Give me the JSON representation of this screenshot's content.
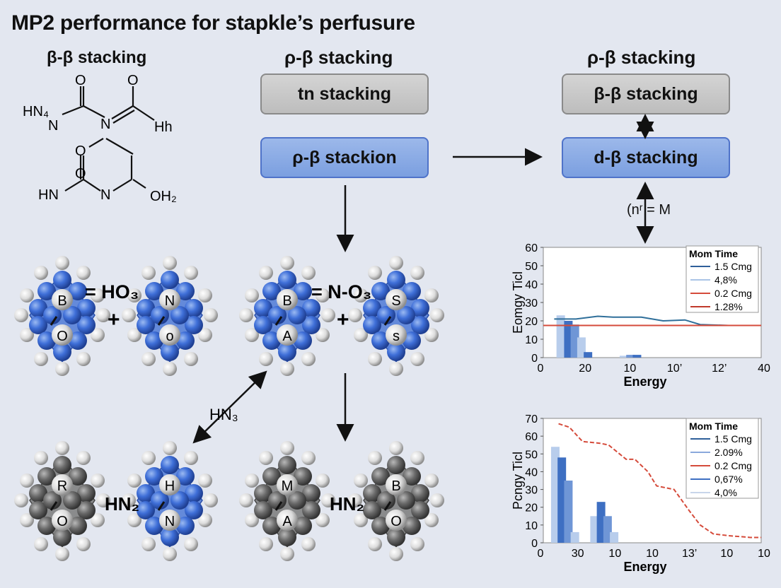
{
  "title": "MP2 performance for stapkle’s perfusure",
  "left_header": "β-β stacking",
  "mid_header": "ρ-β stacking",
  "right_header": "ρ-β stacking",
  "mid_box_top": "tn stacking",
  "mid_box_bottom": "ρ-β stackion",
  "right_box_top": "β-β stacking",
  "right_box_bottom": "d-β stacking",
  "eq_label": "(nʳ = M",
  "molecule_labels": {
    "top_o1": "O",
    "top_o2": "O",
    "hn": "HN₄",
    "n1": "N",
    "n2": "N",
    "h": "Hh",
    "ring_o": "O",
    "ring_o2": "O",
    "hn2": "HN",
    "n3": "N",
    "oh2": "OH₂"
  },
  "row1": {
    "eq1": "= HO₃",
    "plus1": "+",
    "eq2": "= N-O₃",
    "plus2": "+",
    "s1a": "B",
    "s1b": "O",
    "s2a": "N",
    "s2b": "o",
    "s3a": "B",
    "s3b": "A",
    "s4a": "S",
    "s4b": "s"
  },
  "row2": {
    "mid1": "HN₂",
    "mid2": "HN₂",
    "diag_label": "HN₃",
    "s1a": "R",
    "s1b": "O",
    "s2a": "H",
    "s2b": "N",
    "s3a": "M",
    "s3b": "A",
    "s4a": "B",
    "s4b": "O"
  },
  "colors": {
    "blue_atom": "#3f6fd8",
    "gray_atom": "#6b6b6b",
    "blue_body": "#4d79d6",
    "gray_body": "#7a7a7a"
  },
  "chart_data": [
    {
      "type": "line",
      "title": "",
      "xlabel": "Energy",
      "ylabel": "Eomgy Ticl",
      "ylim": [
        0,
        60
      ],
      "yticks": [
        "0",
        "10",
        "20",
        "30",
        "40",
        "50",
        "60"
      ],
      "xticks": [
        "0",
        "20",
        "10",
        "10’",
        "12’",
        "40"
      ],
      "legend_title": "Mom Time",
      "legend": [
        "1.5 Cmg",
        "4,8%",
        "0.2 Cmg",
        "1.28%"
      ],
      "legend_colors": [
        "#2f5f9a",
        "#aac4e6",
        "#d54b3b",
        "#c0392b"
      ],
      "bars": [
        {
          "x": 0.08,
          "v": 23,
          "c": "#b8cdec"
        },
        {
          "x": 0.115,
          "v": 20,
          "c": "#3e6fc2"
        },
        {
          "x": 0.145,
          "v": 18,
          "c": "#6f96d6"
        },
        {
          "x": 0.175,
          "v": 11,
          "c": "#b8cdec"
        },
        {
          "x": 0.205,
          "v": 3,
          "c": "#3e6fc2"
        },
        {
          "x": 0.37,
          "v": 1,
          "c": "#b8cdec"
        },
        {
          "x": 0.4,
          "v": 1.5,
          "c": "#6f96d6"
        },
        {
          "x": 0.43,
          "v": 1.5,
          "c": "#3e6fc2"
        }
      ],
      "line_blue": [
        [
          0.05,
          21
        ],
        [
          0.15,
          21
        ],
        [
          0.25,
          22.5
        ],
        [
          0.32,
          22
        ],
        [
          0.45,
          22
        ],
        [
          0.55,
          20
        ],
        [
          0.65,
          20.5
        ],
        [
          0.72,
          18
        ],
        [
          0.85,
          17.5
        ],
        [
          1.0,
          17.5
        ]
      ],
      "line_red": [
        [
          0,
          17.5
        ],
        [
          1.0,
          17.5
        ]
      ]
    },
    {
      "type": "line",
      "title": "",
      "xlabel": "Energy",
      "ylabel": "Pcngy Ticl",
      "ylim": [
        0,
        70
      ],
      "yticks": [
        "0",
        "10",
        "20",
        "30",
        "40",
        "50",
        "60",
        "70"
      ],
      "xticks": [
        "0",
        "30",
        "10",
        "10",
        "13’",
        "10",
        "10"
      ],
      "legend_title": "Mom Time",
      "legend": [
        "1.5 Cmg",
        "2.09%",
        "0.2 Cmg",
        "0,67%",
        "4,0%"
      ],
      "legend_colors": [
        "#2f5f9a",
        "#8aa9dc",
        "#d54b3b",
        "#3e6fc2",
        "#c8d5ea"
      ],
      "bars": [
        {
          "x": 0.055,
          "v": 54,
          "c": "#b8cdec"
        },
        {
          "x": 0.085,
          "v": 48,
          "c": "#3e6fc2"
        },
        {
          "x": 0.115,
          "v": 35,
          "c": "#6f96d6"
        },
        {
          "x": 0.145,
          "v": 6,
          "c": "#b8cdec"
        },
        {
          "x": 0.235,
          "v": 15,
          "c": "#b8cdec"
        },
        {
          "x": 0.265,
          "v": 23,
          "c": "#3e6fc2"
        },
        {
          "x": 0.295,
          "v": 15,
          "c": "#6f96d6"
        },
        {
          "x": 0.325,
          "v": 6,
          "c": "#b8cdec"
        }
      ],
      "line_red": [
        [
          0.07,
          67
        ],
        [
          0.12,
          65
        ],
        [
          0.18,
          57
        ],
        [
          0.26,
          56
        ],
        [
          0.3,
          55
        ],
        [
          0.38,
          47
        ],
        [
          0.42,
          47
        ],
        [
          0.48,
          40
        ],
        [
          0.52,
          32
        ],
        [
          0.6,
          30
        ],
        [
          0.67,
          18
        ],
        [
          0.72,
          10
        ],
        [
          0.78,
          5
        ],
        [
          0.85,
          4
        ],
        [
          0.95,
          3
        ],
        [
          1.0,
          3
        ]
      ]
    }
  ]
}
